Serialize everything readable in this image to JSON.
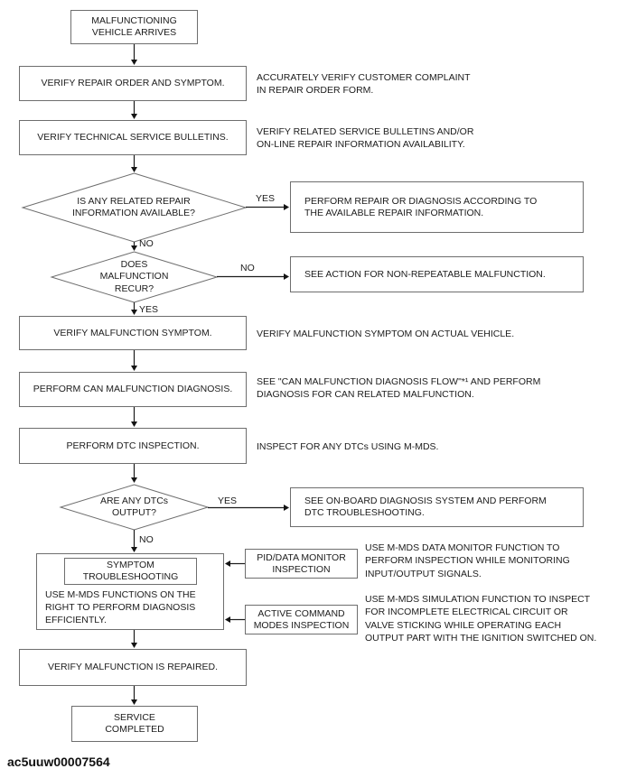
{
  "figure_code": "ac5uuw00007564",
  "labels": {
    "yes": "YES",
    "no": "NO"
  },
  "nodes": {
    "start": "MALFUNCTIONING\nVEHICLE ARRIVES",
    "verify_repair_order": "VERIFY REPAIR ORDER AND SYMPTOM.",
    "verify_tsb": "VERIFY TECHNICAL SERVICE BULLETINS.",
    "decision_repair_info": "IS ANY RELATED REPAIR\nINFORMATION AVAILABLE?",
    "perform_repair": "PERFORM REPAIR OR DIAGNOSIS ACCORDING TO\nTHE AVAILABLE REPAIR INFORMATION.",
    "decision_recur": "DOES\nMALFUNCTION\nRECUR?",
    "see_action_non_repeatable": "SEE ACTION FOR NON-REPEATABLE MALFUNCTION.",
    "verify_symptom": "VERIFY MALFUNCTION SYMPTOM.",
    "perform_can_diagnosis": "PERFORM CAN MALFUNCTION DIAGNOSIS.",
    "perform_dtc_inspection": "PERFORM DTC INSPECTION.",
    "decision_dtcs": "ARE ANY DTCs\nOUTPUT?",
    "see_obd": "SEE ON-BOARD DIAGNOSIS SYSTEM AND PERFORM\nDTC TROUBLESHOOTING.",
    "symptom_troubleshooting_title": "SYMPTOM\nTROUBLESHOOTING",
    "symptom_troubleshooting_body": "USE M-MDS FUNCTIONS ON THE\nRIGHT TO PERFORM DIAGNOSIS\nEFFICIENTLY.",
    "pid_data_monitor": "PID/DATA MONITOR\nINSPECTION",
    "active_command_modes": "ACTIVE COMMAND\nMODES INSPECTION",
    "verify_repaired": "VERIFY MALFUNCTION IS REPAIRED.",
    "service_completed": "SERVICE\nCOMPLETED"
  },
  "notes": {
    "repair_order": "ACCURATELY VERIFY CUSTOMER COMPLAINT\nIN REPAIR ORDER FORM.",
    "service_bulletins": "VERIFY RELATED SERVICE BULLETINS AND/OR\nON-LINE REPAIR INFORMATION AVAILABILITY.",
    "verify_symptom": "VERIFY MALFUNCTION SYMPTOM ON ACTUAL VEHICLE.",
    "can_diagnosis": "SEE \"CAN MALFUNCTION DIAGNOSIS FLOW\"*¹ AND PERFORM\nDIAGNOSIS FOR CAN RELATED MALFUNCTION.",
    "dtc_inspection": "INSPECT FOR ANY DTCs USING M-MDS.",
    "pid_monitor": "USE M-MDS DATA MONITOR FUNCTION TO\nPERFORM INSPECTION WHILE MONITORING\nINPUT/OUTPUT SIGNALS.",
    "active_command": "USE M-MDS SIMULATION FUNCTION TO INSPECT\nFOR INCOMPLETE ELECTRICAL CIRCUIT OR\nVALVE STICKING WHILE OPERATING EACH\nOUTPUT PART WITH THE IGNITION SWITCHED ON."
  }
}
